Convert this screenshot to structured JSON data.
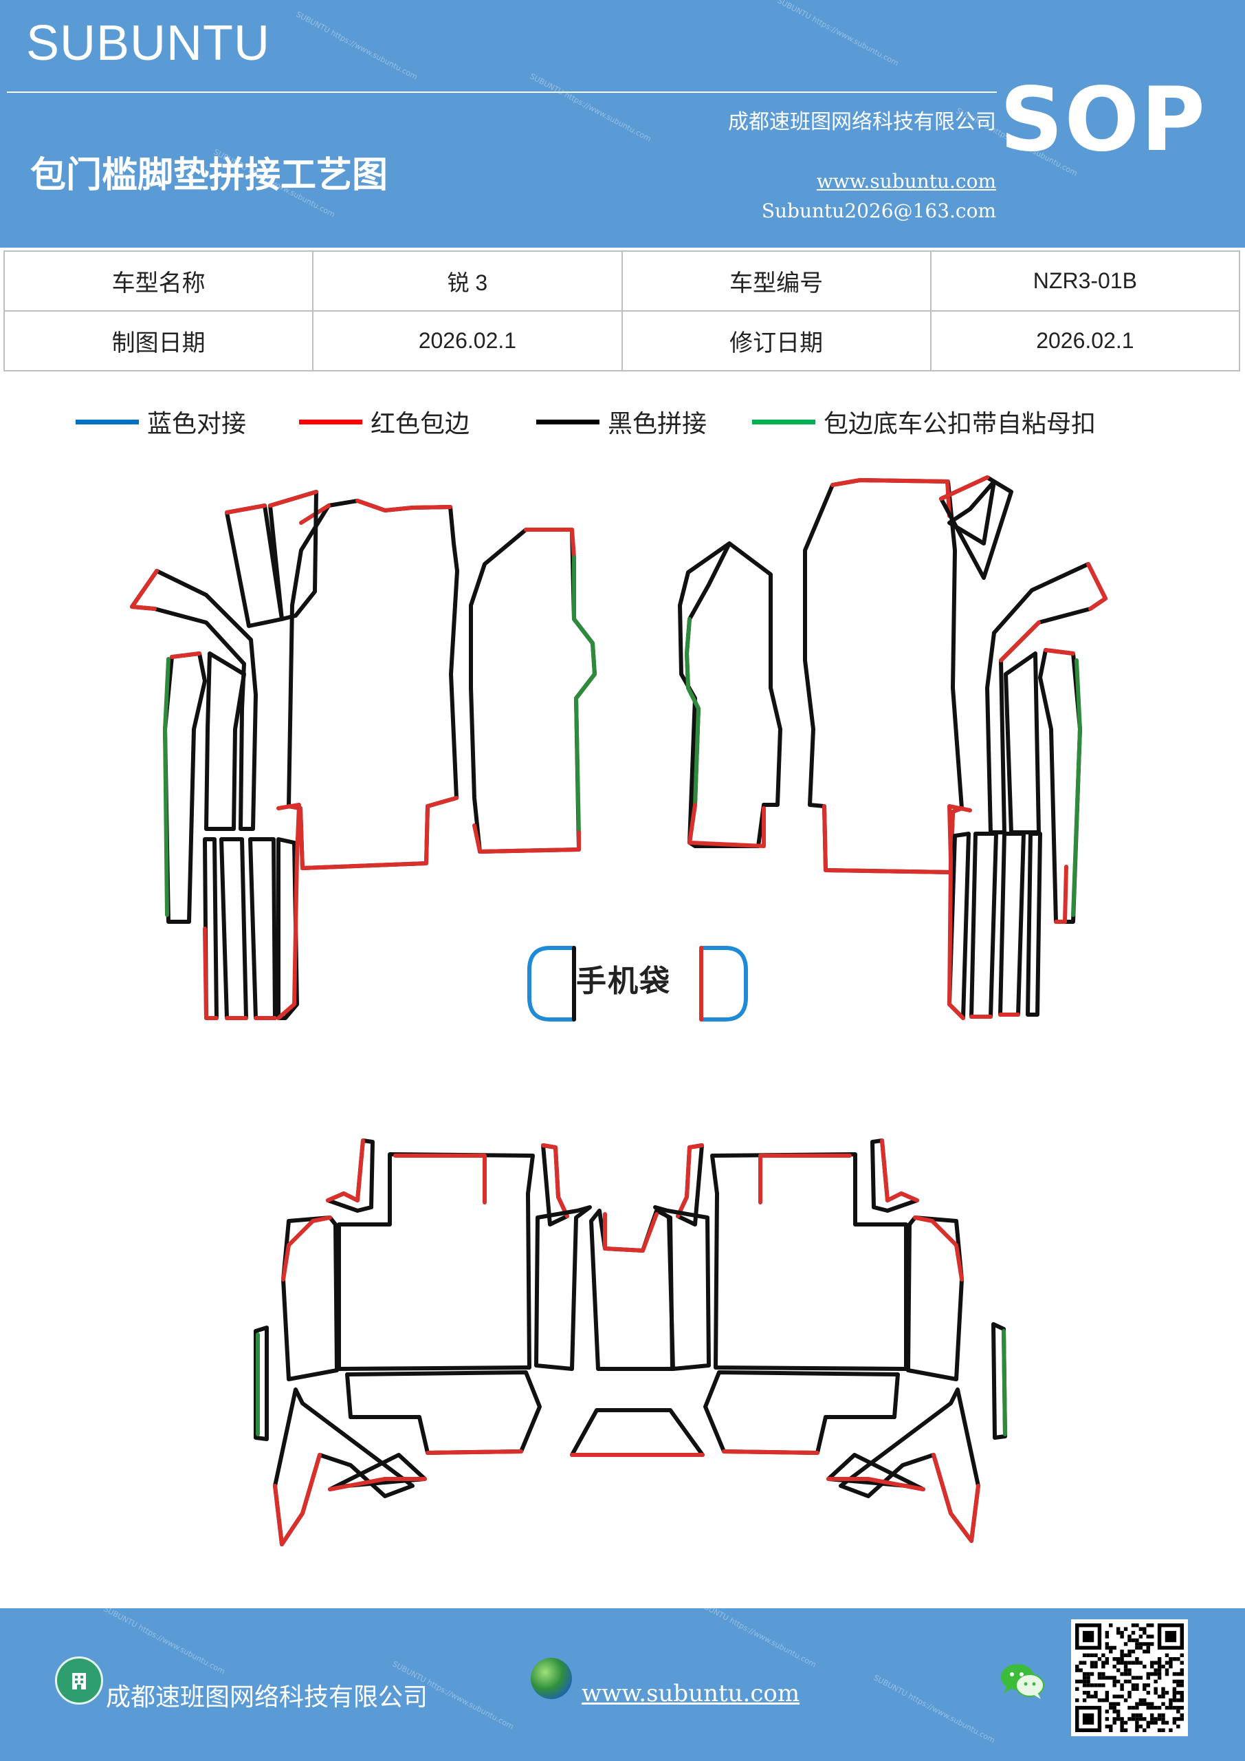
{
  "header": {
    "brand": "SUBUNTU",
    "title": "包门槛脚垫拼接工艺图",
    "company": "成都速班图网络科技有限公司",
    "website": "www.subuntu.com",
    "email": "Subuntu2026@163.com",
    "badge": "SOP"
  },
  "info_table": {
    "rows": [
      {
        "label1": "车型名称",
        "value1": "锐 3",
        "label2": "车型编号",
        "value2": "NZR3-01B"
      },
      {
        "label1": "制图日期",
        "value1": "2026.02.1",
        "label2": "修订日期",
        "value2": "2026.02.1"
      }
    ]
  },
  "legend": [
    {
      "label": "蓝色对接",
      "color": "#0070c0"
    },
    {
      "label": "红色包边",
      "color": "#ff0000"
    },
    {
      "label": "黑色拼接",
      "color": "#000000"
    },
    {
      "label": "包边底车公扣带自粘母扣",
      "color": "#00b050"
    }
  ],
  "diagram": {
    "phone_pocket_label": "手机袋",
    "stroke_colors": {
      "black": "#111111",
      "red": "#d9302b",
      "green": "#2e8b3c",
      "blue": "#1f8ad6"
    }
  },
  "footer": {
    "company": "成都速班图网络科技有限公司",
    "website": "www.subuntu.com",
    "icons": [
      "building-icon",
      "globe-icon",
      "wechat-icon",
      "qr-code"
    ]
  }
}
